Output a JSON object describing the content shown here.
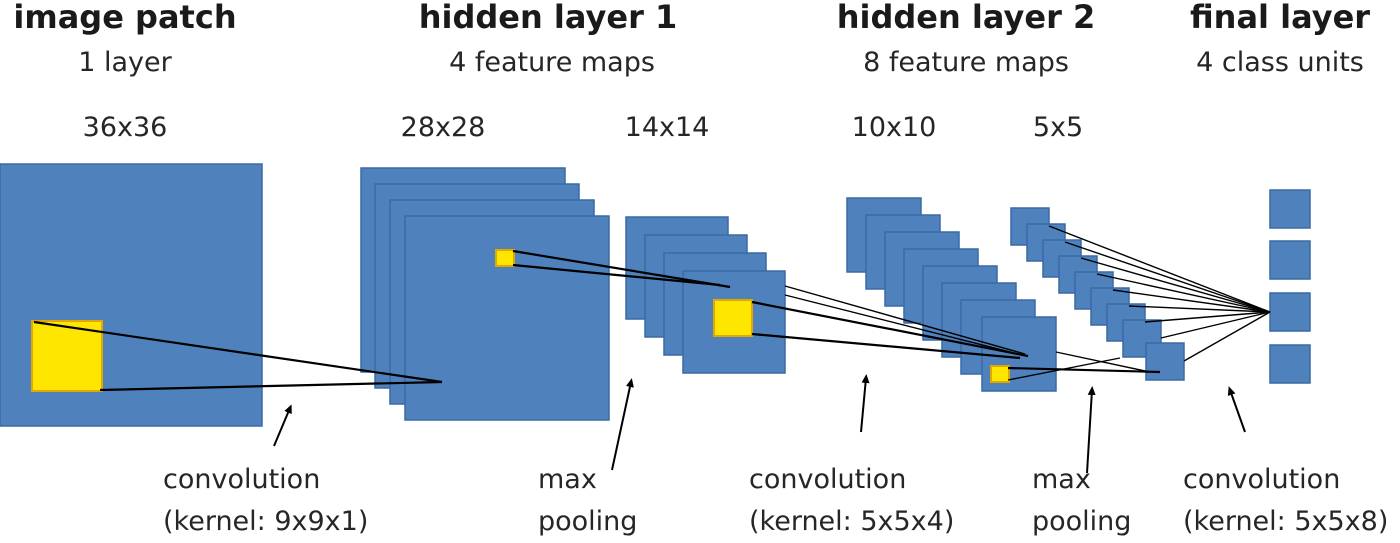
{
  "stages": [
    {
      "heading": "image patch",
      "subheading": "1 layer",
      "sizes": [
        "36x36"
      ]
    },
    {
      "heading": "hidden layer 1",
      "subheading": "4 feature maps",
      "sizes": [
        "28x28",
        "14x14"
      ]
    },
    {
      "heading": "hidden layer 2",
      "subheading": "8 feature maps",
      "sizes": [
        "10x10",
        "5x5"
      ]
    },
    {
      "heading": "final layer",
      "subheading": "4 class units",
      "sizes": []
    }
  ],
  "operations": [
    {
      "line1": "convolution",
      "line2": "(kernel: 9x9x1)"
    },
    {
      "line1": "max",
      "line2": "pooling"
    },
    {
      "line1": "convolution",
      "line2": "(kernel: 5x5x4)"
    },
    {
      "line1": "max",
      "line2": "pooling"
    },
    {
      "line1": "convolution",
      "line2": "(kernel: 5x5x8)"
    }
  ],
  "colors": {
    "feature_map": "#4f81bd",
    "receptive_field": "#ffe600"
  }
}
